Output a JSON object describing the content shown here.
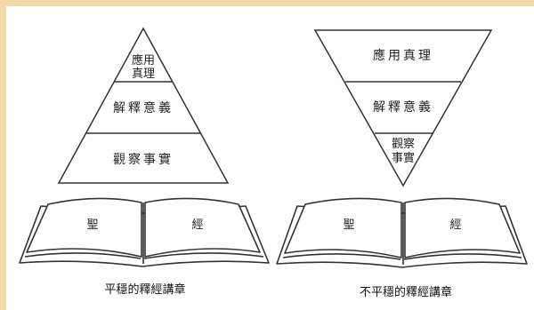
{
  "left": {
    "layers": [
      "應用",
      "真理",
      "解釋意義",
      "觀察事實"
    ],
    "book": {
      "left_page": "聖",
      "right_page": "經"
    },
    "caption": "平穩的釋經講章"
  },
  "right": {
    "layers": [
      "應用真理",
      "解釋意義",
      "觀察",
      "事實"
    ],
    "book": {
      "left_page": "聖",
      "right_page": "經"
    },
    "caption": "不平穩的釋經講章"
  }
}
